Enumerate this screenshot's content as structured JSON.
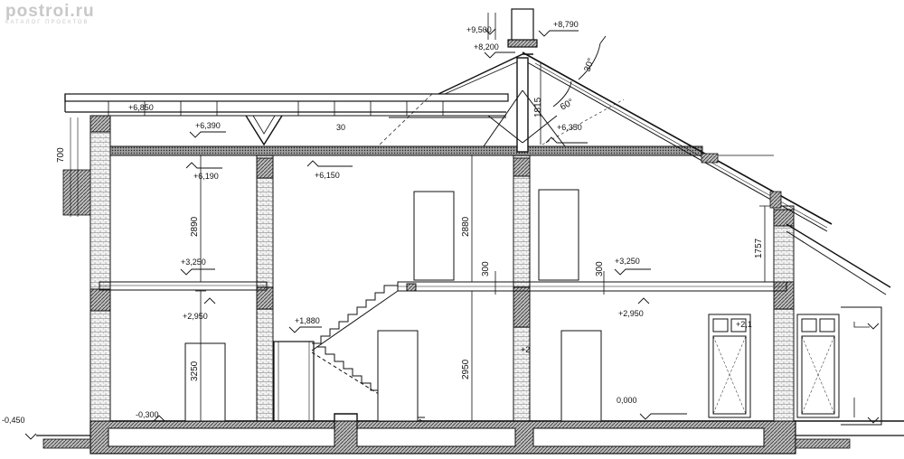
{
  "watermark": {
    "logo": "postroi.ru",
    "subtitle": "КАТАЛОГ ПРОЕКТОВ"
  },
  "elevations": {
    "ridge_9500": "+9,500",
    "chimney_8790": "+8,790",
    "ridge_8200": "+8,200",
    "eave_6850": "+6,850",
    "floor_6390": "+6,390",
    "floor_6350": "+6,350",
    "floor_6190": "+6,190",
    "floor_6150": "+6,150",
    "slab_3250_left": "+3,250",
    "slab_3250_right": "+3,250",
    "slab_2950_left": "+2,950",
    "slab_2950_right": "+2,950",
    "landing_1880": "+1,880",
    "floor_0000": "0,000",
    "floor_minus_0300": "-0,300",
    "ground_minus_0450": "-0,450",
    "window_top": "+2,1",
    "window_mid": "+2"
  },
  "dimensions": {
    "upper_left_height": "2890",
    "upper_mid_height": "2880",
    "upper_right_height": "1757",
    "slab_mid": "300",
    "slab_right": "300",
    "lower_left_height": "3250",
    "lower_mid_height": "2950",
    "truss_height": "1815",
    "left_cut": "700",
    "truss_mark": "30"
  },
  "angles": {
    "roof_30": "30°",
    "roof_60": "60°"
  }
}
